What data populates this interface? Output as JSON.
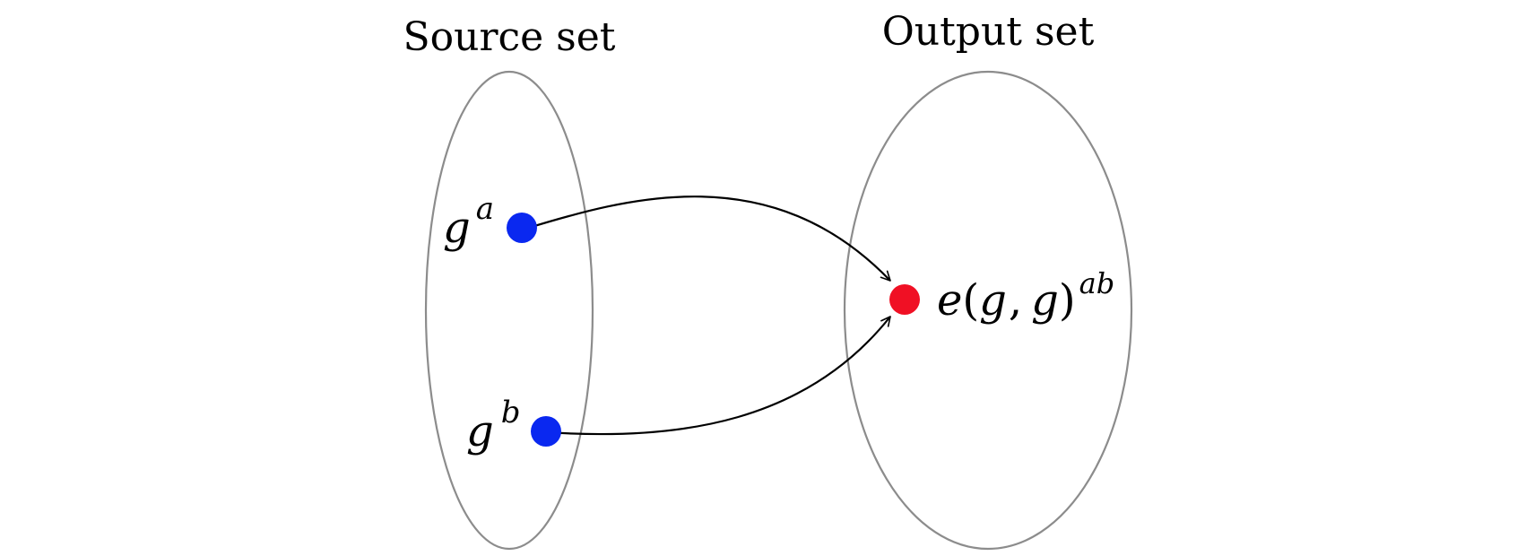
{
  "diagram": {
    "source_set": {
      "title": "Source set",
      "elements": [
        {
          "base": "g",
          "exponent": "a",
          "color": "#0a28f0"
        },
        {
          "base": "g",
          "exponent": "b",
          "color": "#0a28f0"
        }
      ]
    },
    "output_set": {
      "title": "Output set",
      "element": {
        "func": "e",
        "lparen": "(",
        "arg1": "g",
        "comma": ",",
        "arg2": "g",
        "rparen": ")",
        "exponent": "ab",
        "color": "#f01024"
      }
    },
    "colors": {
      "set_outline": "#8c8c8c",
      "arrow": "#000000"
    }
  }
}
